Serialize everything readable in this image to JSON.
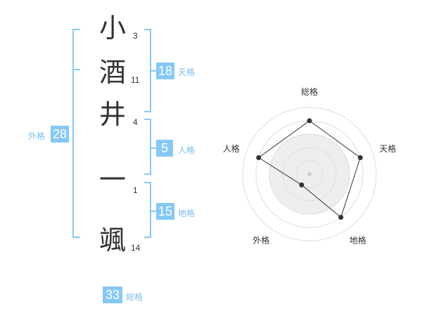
{
  "name": {
    "chars": [
      {
        "char": "小",
        "strokes": "3"
      },
      {
        "char": "酒",
        "strokes": "11"
      },
      {
        "char": "井",
        "strokes": "4"
      },
      {
        "char": "一",
        "strokes": "1"
      },
      {
        "char": "颯",
        "strokes": "14"
      }
    ]
  },
  "fortunes": {
    "tenkaku": {
      "value": "18",
      "label": "天格"
    },
    "jinkaku": {
      "value": "5",
      "label": "人格"
    },
    "chikaku": {
      "value": "15",
      "label": "地格"
    },
    "gaikaku": {
      "value": "28",
      "label": "外格"
    },
    "soukaku": {
      "value": "33",
      "label": "総格"
    }
  },
  "colors": {
    "accent": "#86c8f4",
    "accent_text": "#7cc0ec",
    "text": "#333333",
    "radar_fill": "#eeeeee",
    "radar_ring": "#dddddd"
  },
  "chart_data": {
    "type": "radar",
    "axes": [
      "総格",
      "天格",
      "地格",
      "外格",
      "人格"
    ],
    "values": [
      4,
      4,
      4,
      1,
      4
    ],
    "max": 5
  }
}
